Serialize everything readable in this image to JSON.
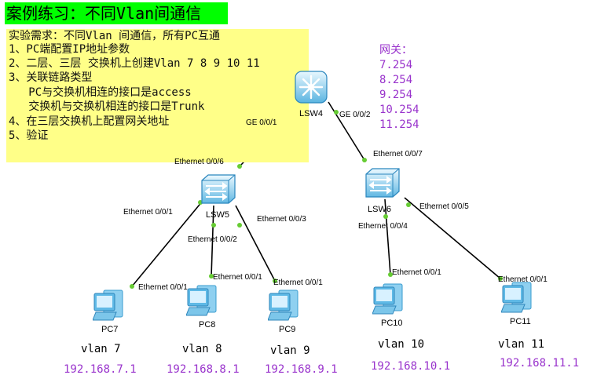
{
  "title": "案例练习：不同Vlan间通信",
  "requirements": [
    "实验需求：不同Vlan 间通信，所有PC互通",
    "1、PC端配置IP地址参数",
    "2、二层、三层 交换机上创建Vlan 7 8 9 10 11",
    "3、关联链路类型",
    "   PC与交换机相连的接口是access",
    "   交换机与交换机相连的接口是Trunk",
    "4、在三层交换机上配置网关地址",
    "5、验证"
  ],
  "gateway": {
    "label": "网关：",
    "addresses": [
      "7.254",
      "8.254",
      "9.254",
      "10.254",
      "11.254"
    ]
  },
  "switches": {
    "lsw4": "LSW4",
    "lsw5": "LSW5",
    "lsw6": "LSW6"
  },
  "ports": {
    "lsw4_left": "GE 0/0/1",
    "lsw4_right": "GE 0/0/2",
    "lsw5_up": "Ethernet 0/0/6",
    "lsw5_p1": "Ethernet 0/0/1",
    "lsw5_p2": "Ethernet 0/0/2",
    "lsw5_p3": "Ethernet 0/0/3",
    "lsw6_up": "Ethernet 0/0/7",
    "lsw6_p4": "Ethernet 0/0/4",
    "lsw6_p5": "Ethernet 0/0/5",
    "pc7_port": "Ethernet 0/0/1",
    "pc8_port": "Ethernet 0/0/1",
    "pc9_port": "Ethernet 0/0/1",
    "pc10_port": "Ethernet 0/0/1",
    "pc11_port": "Ethernet 0/0/1"
  },
  "pcs": [
    {
      "name": "PC7",
      "vlan": "vlan 7",
      "ip": "192.168.7.1"
    },
    {
      "name": "PC8",
      "vlan": "vlan 8",
      "ip": "192.168.8.1"
    },
    {
      "name": "PC9",
      "vlan": "vlan 9",
      "ip": "192.168.9.1"
    },
    {
      "name": "PC10",
      "vlan": "vlan 10",
      "ip": "192.168.10.1"
    },
    {
      "name": "PC11",
      "vlan": "vlan 11",
      "ip": "192.168.11.1"
    }
  ],
  "colors": {
    "title_bg": "#00ff00",
    "req_bg": "#ffff88",
    "accent_purple": "#9933cc",
    "port_dot": "#66cc33",
    "link": "#000000"
  }
}
